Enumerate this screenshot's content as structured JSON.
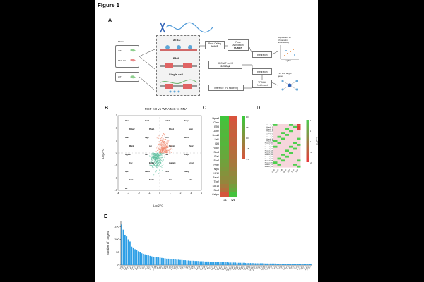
{
  "figure": {
    "title": "Figure 1"
  },
  "panels": {
    "a": {
      "letter": "A",
      "cell_group_label": "MCF's",
      "samples": [
        "WT",
        "NM1 KO",
        "WT"
      ],
      "assays": [
        "ATAC",
        "RNA",
        "Single cell"
      ],
      "steps": {
        "peak_calling": [
          "Peak Calling",
          "MACS"
        ],
        "peak_annotation": [
          "Peak",
          "Annotation",
          "HOMER"
        ],
        "integration_1": "Integration",
        "deg": [
          "DEG WT vs KO",
          "DESEQ2"
        ],
        "integration_2": "Integration",
        "tf_motif": [
          "TF Motif",
          "Enrichment"
        ],
        "inference": "Inference TFA Modeling"
      },
      "outputs": {
        "expression": [
          "Expression vs",
          "Chromatin",
          "accessibility"
        ],
        "tfs": [
          "TFs and target",
          "genes"
        ]
      },
      "mini_axis": "Log2FC"
    },
    "b": {
      "letter": "B",
      "title": "MEF KO vs WT ATAC vs RNA",
      "xlabel": "Log2FC",
      "ylabel": "Log2FC",
      "x_ticks": [
        "-4",
        "-3",
        "-2",
        "-1",
        "0",
        "1",
        "2",
        "3",
        "4"
      ],
      "y_ticks": [
        "3",
        "2",
        "1",
        "0",
        "-1",
        "-2",
        "-3"
      ],
      "gene_labels": [
        "Cbx4",
        "Csn8",
        "Gc7a11",
        "Fsbp3",
        "Rnbp2",
        "Pbgn1",
        "Pfsls1",
        "Sox1",
        "Pdk1",
        "Ctgb",
        "Loes",
        "Mmr1",
        "Mmr2",
        "Lnr",
        "Ptgsm3",
        "Ptgs2",
        "Ptgsm4",
        "Clhl",
        "Cld2",
        "Cltyp",
        "Cpy",
        "Empty",
        "Leptmt3",
        "Lrnad",
        "Pp8",
        "Gbln1",
        "TNX5",
        "Samg",
        "Ccnt",
        "Scr12",
        "Cor",
        "Adr1",
        "Mx"
      ]
    },
    "c": {
      "letter": "C",
      "genes": [
        "Npas4",
        "Cbsb",
        "E2f8",
        "Zeb2",
        "Bmal8",
        "Lef1",
        "Klf8",
        "Foxc2",
        "Sox4",
        "Gfa1",
        "Sox2",
        "Pbx2",
        "Nrp1",
        "Klf10",
        "Barx1",
        "Tbx2",
        "Sox15",
        "Sox8",
        "Cebpb"
      ],
      "columns": [
        "KO",
        "WT"
      ],
      "scale_ticks": [
        "1.0",
        "0.5",
        "0.0",
        "-0.5",
        "-1.0"
      ],
      "values_ko": [
        0.95,
        0.85,
        0.8,
        0.7,
        0.75,
        0.65,
        0.7,
        0.6,
        0.5,
        0.45,
        0.35,
        0.3,
        0.2,
        0.1,
        0.0,
        -0.1,
        -0.3,
        -0.5,
        -0.9
      ],
      "values_wt": [
        -0.95,
        -0.85,
        -0.8,
        -0.7,
        -0.75,
        -0.65,
        -0.7,
        -0.6,
        -0.5,
        -0.45,
        -0.35,
        -0.3,
        -0.2,
        -0.1,
        0.0,
        0.1,
        0.3,
        0.5,
        0.9
      ]
    },
    "d": {
      "letter": "D",
      "legend_label": "Log2FC",
      "scale_ticks": [
        "2",
        "1",
        "0",
        "-1",
        "-2"
      ],
      "rows": [
        "Hoxa1_1",
        "Hoxa2_2",
        "Hoxa3_3",
        "Hoxa4_4",
        "Hoxa5_5",
        "Hoxa6_6",
        "Hoxa7_7",
        "Hoxa8_8",
        "Hoxa9_9",
        "Hoxa10_10",
        "Hoxa11_11",
        "Hoxa12_12",
        "Hoxa13_13",
        "Hoxa14_14",
        "Hoxa15_15",
        "Hoxa16_16",
        "Hoxa17_17",
        "Hoxa18_18",
        "Hoxa19_19",
        "Hoxa20_20",
        "Hoxa21_21",
        "Hoxa22_22"
      ],
      "columns": [
        "Sox2",
        "Foxc2",
        "Klf8",
        "Pbx2",
        "Zeb2",
        "Tbx2",
        "Lef1"
      ]
    },
    "e": {
      "letter": "E"
    }
  },
  "chart_data": {
    "type": "bar",
    "title": "",
    "xlabel": "",
    "ylabel": "Number of Targets",
    "ylim": [
      0,
      170
    ],
    "y_ticks": [
      0,
      50,
      100,
      150
    ],
    "grid": false,
    "color": "#2e9fe6",
    "categories": [
      "Myb",
      "Gata2",
      "Nfe2",
      "Stat5a",
      "Runx1",
      "Tal1",
      "Gfi1",
      "Meis1",
      "Hoxa9",
      "Pbx1",
      "Cebpa",
      "Spi1",
      "Ikzf1",
      "Erg",
      "Fli1",
      "Lmo2",
      "Etv6",
      "Klf1",
      "Zfpm1",
      "Hlf",
      "Mecom",
      "Irf8",
      "Nfix",
      "Egr1",
      "Junb",
      "Fos",
      "Atf3",
      "Klf4",
      "Sox4",
      "Lef1",
      "Tcf7",
      "Bcl11a",
      "Ebf1",
      "Pax5",
      "Mef2c",
      "Ets1",
      "Elf1",
      "Nr4a1",
      "Hes1",
      "Id2",
      "Tbx2",
      "Zeb2",
      "Foxc2",
      "Klf8",
      "Pbx2",
      "Sox2",
      "Npas4",
      "E2f8",
      "Barx1",
      "Sox15",
      "Sox8",
      "Cebpb",
      "Nrp1",
      "Klf10",
      "Gfa1",
      "Bmal8",
      "Cbsb",
      "Hoxa1",
      "Hoxa2",
      "Hoxa3",
      "Hoxa4",
      "Hoxa5",
      "Hoxa6",
      "Hoxa7",
      "Hoxa10",
      "Hoxa11",
      "Hoxa13",
      "Hoxb4",
      "Hoxb5",
      "Hoxb6",
      "Hoxb7",
      "Hoxb8",
      "Hoxb9",
      "Hoxc6",
      "Hoxc8",
      "Hoxc9",
      "Hoxd8",
      "Hoxd9",
      "Hoxd10",
      "Hoxd11",
      "Hoxd13",
      "Pitx1",
      "Pitx2",
      "Six1",
      "Six2",
      "Tfap2a",
      "Tfap2c",
      "Twist1",
      "Twist2",
      "Snai1",
      "Snai2",
      "Prrx1",
      "Prrx2",
      "Msx1",
      "Msx2",
      "Dlx5",
      "Dlx6",
      "Alx4",
      "Shox2",
      "Osr1",
      "Osr2",
      "Gli1",
      "Gli2",
      "Gli3",
      "Zic1",
      "Zic2",
      "Foxd1",
      "Foxf1",
      "Foxl1",
      "Irx3",
      "Irx5",
      "Meox1",
      "Meox2",
      "Tcf21",
      "Wt1",
      "Hand2"
    ],
    "values": [
      158,
      138,
      118,
      112,
      100,
      92,
      72,
      66,
      62,
      58,
      54,
      50,
      46,
      44,
      42,
      40,
      38,
      36,
      34,
      33,
      32,
      31,
      30,
      29,
      28,
      27,
      26,
      25,
      25,
      24,
      23,
      23,
      22,
      21,
      21,
      20,
      20,
      19,
      19,
      18,
      18,
      17,
      17,
      17,
      16,
      16,
      16,
      15,
      15,
      15,
      14,
      14,
      14,
      13,
      13,
      13,
      12,
      12,
      12,
      12,
      11,
      11,
      11,
      11,
      10,
      10,
      10,
      10,
      10,
      9,
      9,
      9,
      9,
      9,
      8,
      8,
      8,
      8,
      8,
      8,
      7,
      7,
      7,
      7,
      7,
      7,
      6,
      6,
      6,
      6,
      6,
      6,
      6,
      5,
      5,
      5,
      5,
      5,
      5,
      5,
      5,
      4,
      4,
      4,
      4,
      4,
      4,
      4,
      4,
      4,
      3,
      3,
      3,
      3
    ]
  }
}
